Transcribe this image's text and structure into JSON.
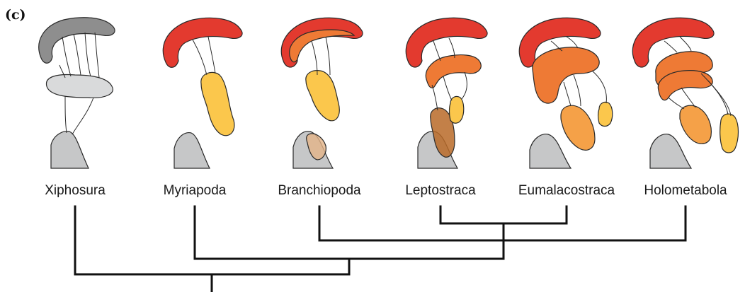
{
  "figure": {
    "panel_label": "(c)",
    "taxa": [
      {
        "name": "Xiphosura"
      },
      {
        "name": "Myriapoda"
      },
      {
        "name": "Branchiopoda"
      },
      {
        "name": "Leptostraca"
      },
      {
        "name": "Eumalacostraca"
      },
      {
        "name": "Holometabola"
      }
    ]
  },
  "colors": {
    "red": "#e33a2f",
    "orange": "#ee7a35",
    "light_orange": "#f5a148",
    "yellow": "#fbc74c",
    "dark_gray": "#8e8e8e",
    "light_gray": "#d9dadb",
    "base_gray": "#c6c7c8",
    "brown": "#b86a28",
    "tan": "#e4b488"
  }
}
